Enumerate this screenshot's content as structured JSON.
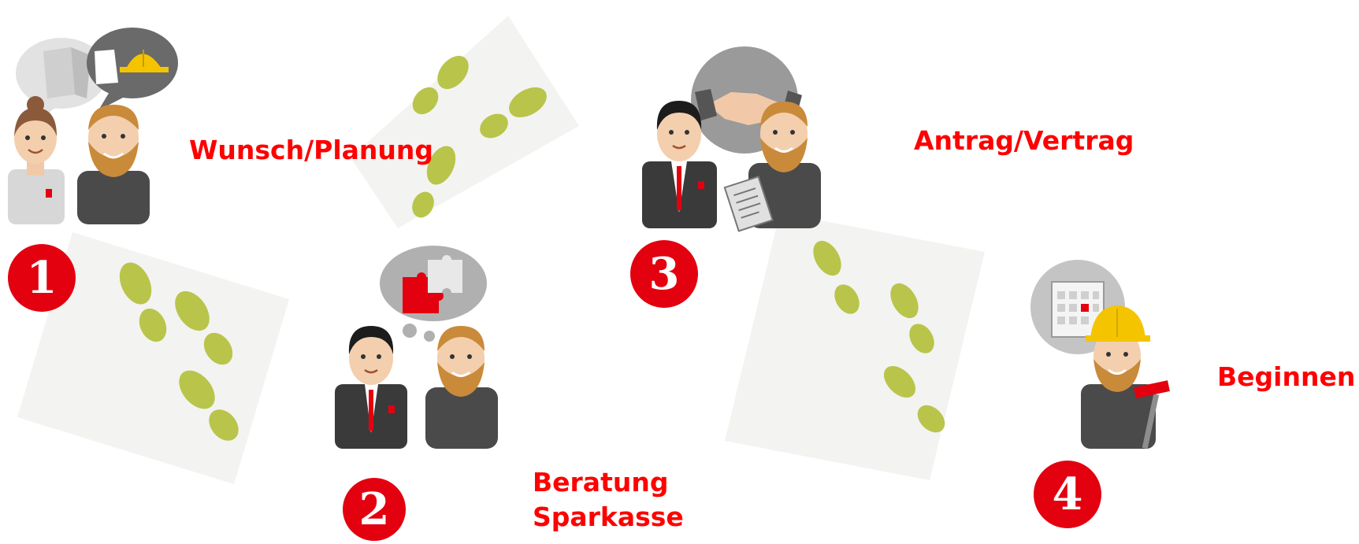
{
  "steps": [
    {
      "number": "1",
      "label": "Wunsch/Planung"
    },
    {
      "number": "2",
      "label_line1": "Beratung",
      "label_line2": "Sparkasse"
    },
    {
      "number": "3",
      "label": "Antrag/Vertrag"
    },
    {
      "number": "4",
      "label": "Beginnen"
    }
  ],
  "colors": {
    "accent": "#e3000f",
    "label": "#ff0000",
    "footprint": "#b9c44a",
    "suit": "#3a3a3a",
    "helmet": "#f5c400"
  },
  "icons": [
    "speech-bubble-icon",
    "helmet-icon",
    "handshake-icon",
    "puzzle-icon",
    "calendar-icon",
    "hammer-icon",
    "document-icon",
    "footprints-icon"
  ]
}
